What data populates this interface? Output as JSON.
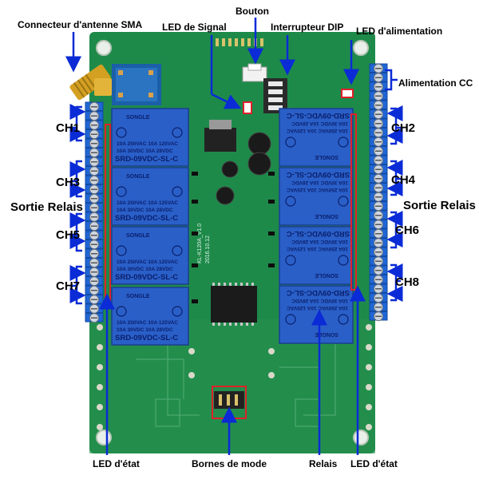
{
  "labels": {
    "sma_connector": "Connecteur d'antenne SMA",
    "signal_led": "LED de Signal",
    "button": "Bouton",
    "dip_switch": "Interrupteur DIP",
    "power_led": "LED d'alimentation",
    "power_dc": "Alimentation CC",
    "ch1": "CH1",
    "ch2": "CH2",
    "ch3": "CH3",
    "ch4": "CH4",
    "ch5": "CH5",
    "ch6": "CH6",
    "ch7": "CH7",
    "ch8": "CH8",
    "relay_output_left": "Sortie Relais",
    "relay_output_right": "Sortie Relais",
    "status_led_left": "LED d'état",
    "mode_terminals": "Bornes de mode",
    "relays": "Relais",
    "status_led_right": "LED d'état"
  },
  "relay_marking": {
    "brand": "SONGLE",
    "model": "SRD-09VDC-SL-C",
    "rating1": "10A 250VAC 10A 125VAC",
    "rating2": "10A 30VDC 10A 28VDC"
  },
  "board_text": {
    "part_number": "KL-K120A_V1.0",
    "date": "2016.10.12"
  },
  "colors": {
    "pcb": "#1e8a4a",
    "pcb_dark": "#157038",
    "relay": "#2a5fc8",
    "terminal": "#1f66d6",
    "annotation": "#0a2bd6",
    "led_box": "#e0202a"
  }
}
